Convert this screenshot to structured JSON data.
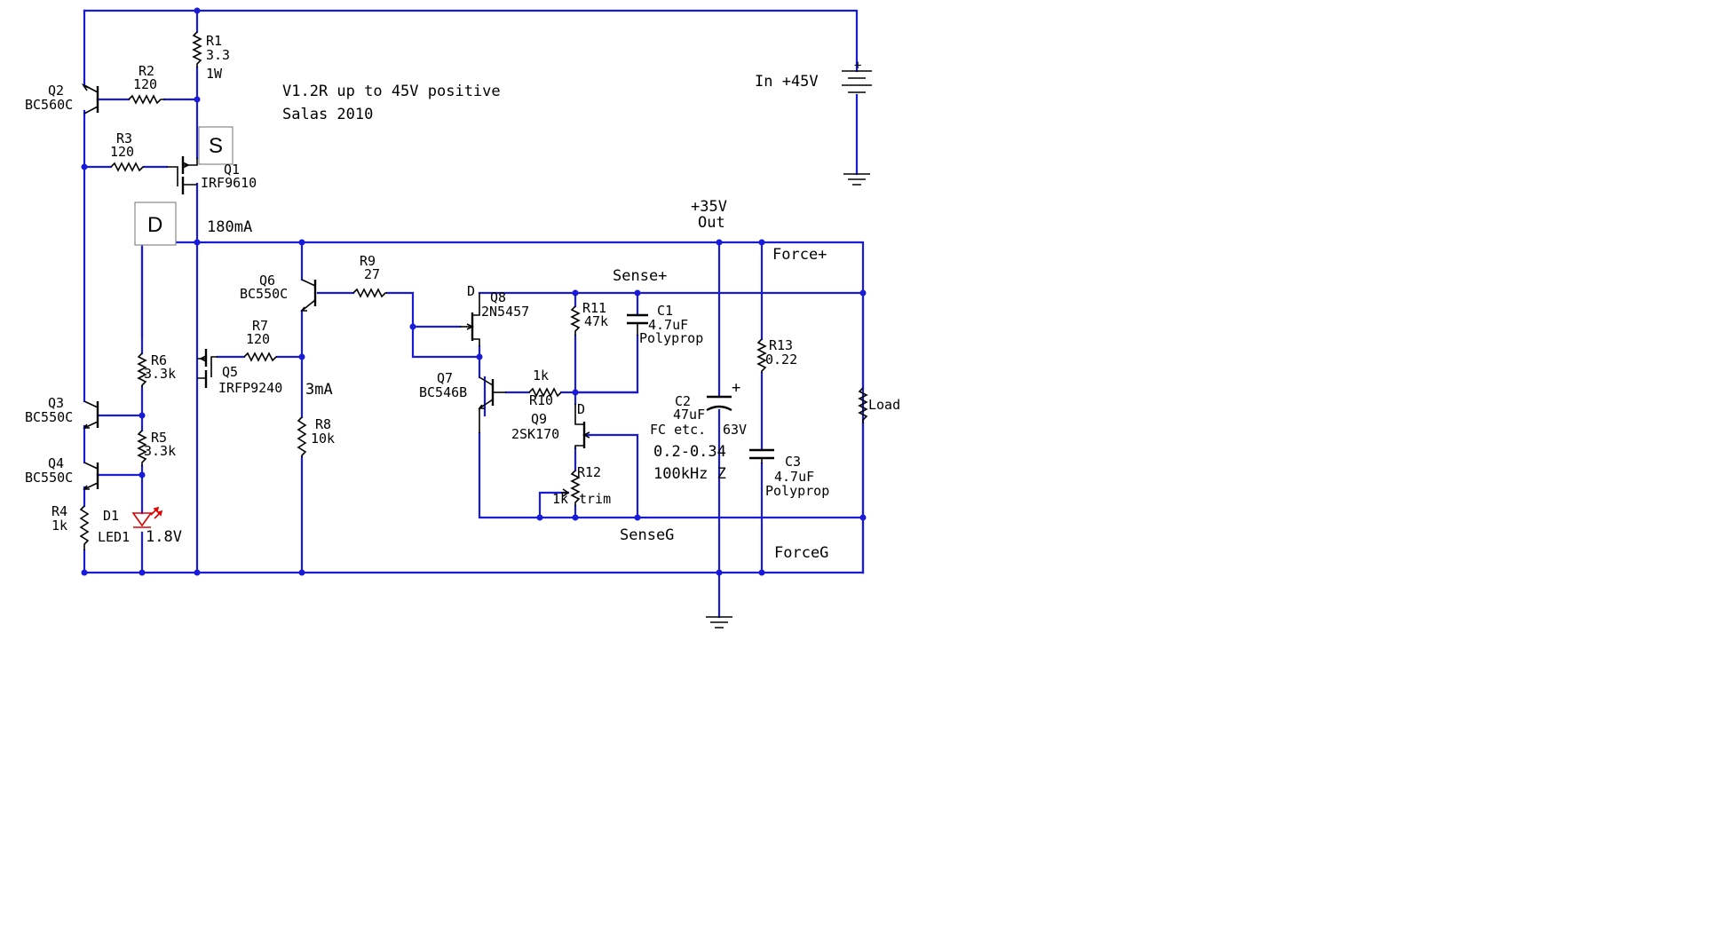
{
  "header": {
    "title": "V1.2R up to 45V positive",
    "author": "Salas 2010"
  },
  "input": {
    "label": "In +45V"
  },
  "output": {
    "voltage": "+35V",
    "label": "Out"
  },
  "rails": {
    "force_pos": "Force+",
    "sense_pos": "Sense+",
    "sense_gnd": "SenseG",
    "force_gnd": "ForceG",
    "load": "Load"
  },
  "markers": {
    "source": "S",
    "drain": "D"
  },
  "currents": {
    "main": "180mA",
    "q6": "3mA"
  },
  "components": {
    "R1": {
      "ref": "R1",
      "value": "3.3",
      "extra": "1W"
    },
    "R2": {
      "ref": "R2",
      "value": "120"
    },
    "R3": {
      "ref": "R3",
      "value": "120"
    },
    "R4": {
      "ref": "R4",
      "value": "1k"
    },
    "R5": {
      "ref": "R5",
      "value": "3.3k"
    },
    "R6": {
      "ref": "R6",
      "value": "3.3k"
    },
    "R7": {
      "ref": "R7",
      "value": "120"
    },
    "R8": {
      "ref": "R8",
      "value": "10k"
    },
    "R9": {
      "ref": "R9",
      "value": "27"
    },
    "R10": {
      "ref": "R10",
      "value": "1k"
    },
    "R11": {
      "ref": "R11",
      "value": "47k"
    },
    "R12": {
      "ref": "R12",
      "value": "1k",
      "extra": "trim"
    },
    "R13": {
      "ref": "R13",
      "value": "0.22"
    },
    "Q1": {
      "ref": "Q1",
      "part": "IRF9610"
    },
    "Q2": {
      "ref": "Q2",
      "part": "BC560C"
    },
    "Q3": {
      "ref": "Q3",
      "part": "BC550C"
    },
    "Q4": {
      "ref": "Q4",
      "part": "BC550C"
    },
    "Q5": {
      "ref": "Q5",
      "part": "IRFP9240"
    },
    "Q6": {
      "ref": "Q6",
      "part": "BC550C"
    },
    "Q7": {
      "ref": "Q7",
      "part": "BC546B"
    },
    "Q8": {
      "ref": "Q8",
      "part": "2N5457",
      "pin": "D"
    },
    "Q9": {
      "ref": "Q9",
      "part": "2SK170",
      "pin": "D"
    },
    "D1": {
      "ref": "D1",
      "part": "LED1",
      "voltage": "1.8V"
    },
    "C1": {
      "ref": "C1",
      "value": "4.7uF",
      "type": "Polyprop"
    },
    "C2": {
      "ref": "C2",
      "value": "47uF",
      "note": "FC etc.",
      "rating": "63V",
      "polarity": "+"
    },
    "C3": {
      "ref": "C3",
      "value": "4.7uF",
      "type": "Polyprop"
    }
  },
  "notes": {
    "impedance": "0.2-0.34",
    "freq": "100kHz  Z"
  },
  "colors": {
    "wire": "#1a1ad9",
    "led": "#e00000",
    "component": "#000000",
    "background": "#ffffff"
  }
}
